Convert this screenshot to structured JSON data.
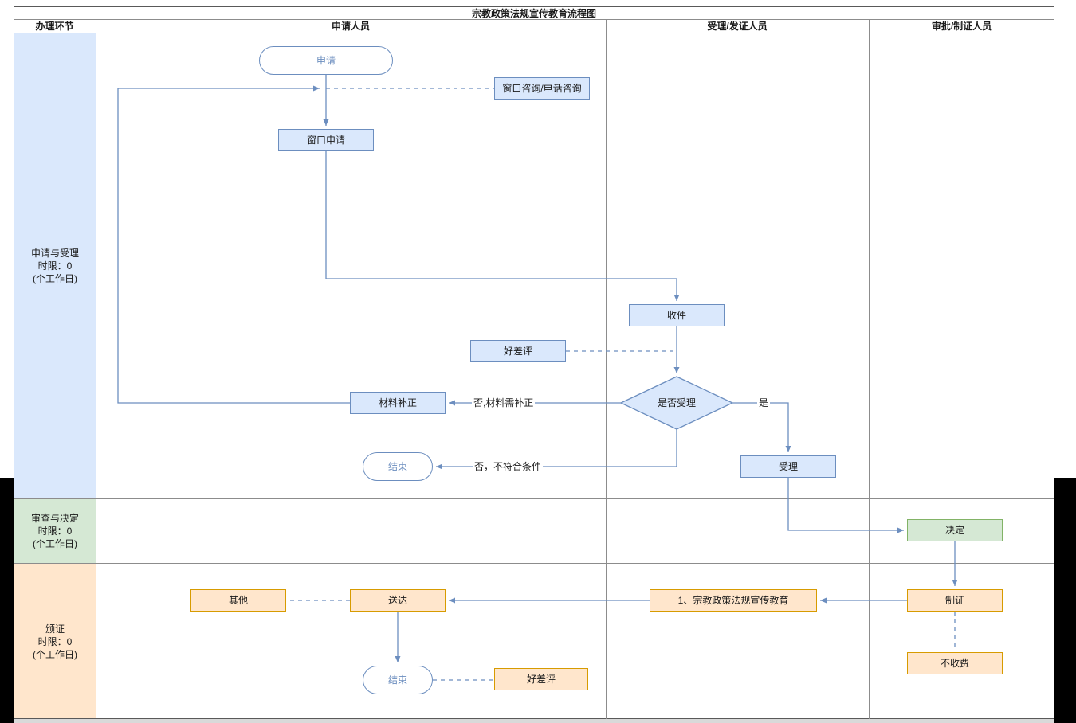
{
  "title": "宗教政策法规宣传教育流程图",
  "colors": {
    "blue_fill": "#dae8fc",
    "blue_stroke": "#6c8ebf",
    "green_fill": "#d5e8d4",
    "green_stroke": "#82b366",
    "orange_fill": "#ffe6cc",
    "orange_stroke": "#d79b00",
    "connector": "#6c8ebf",
    "grid": "#8c8c8c"
  },
  "header": {
    "stage_col": "办理环节",
    "applicant_col": "申请人员",
    "acceptor_col": "受理/发证人员",
    "approver_col": "审批/制证人员"
  },
  "lanes": [
    {
      "name": "申请与受理",
      "limit": "时限：0",
      "unit": "(个工作日)"
    },
    {
      "name": "审查与决定",
      "limit": "时限：0",
      "unit": "(个工作日)"
    },
    {
      "name": "颁证",
      "limit": "时限：0",
      "unit": "(个工作日)"
    }
  ],
  "nodes": {
    "apply": "申请",
    "consult": "窗口咨询/电话咨询",
    "window_apply": "窗口申请",
    "receive": "收件",
    "rating_top": "好差评",
    "accept_check": "是否受理",
    "material_fix": "材料补正",
    "accept": "受理",
    "end_top": "结束",
    "decide": "决定",
    "make_cert": "制证",
    "education": "1、宗教政策法规宣传教育",
    "deliver": "送达",
    "other": "其他",
    "end_bottom": "结束",
    "rating_bottom": "好差评",
    "no_fee": "不收费"
  },
  "edge_labels": {
    "need_fix": "否,材料需补正",
    "not_qualified": "否，不符合条件",
    "yes": "是"
  }
}
